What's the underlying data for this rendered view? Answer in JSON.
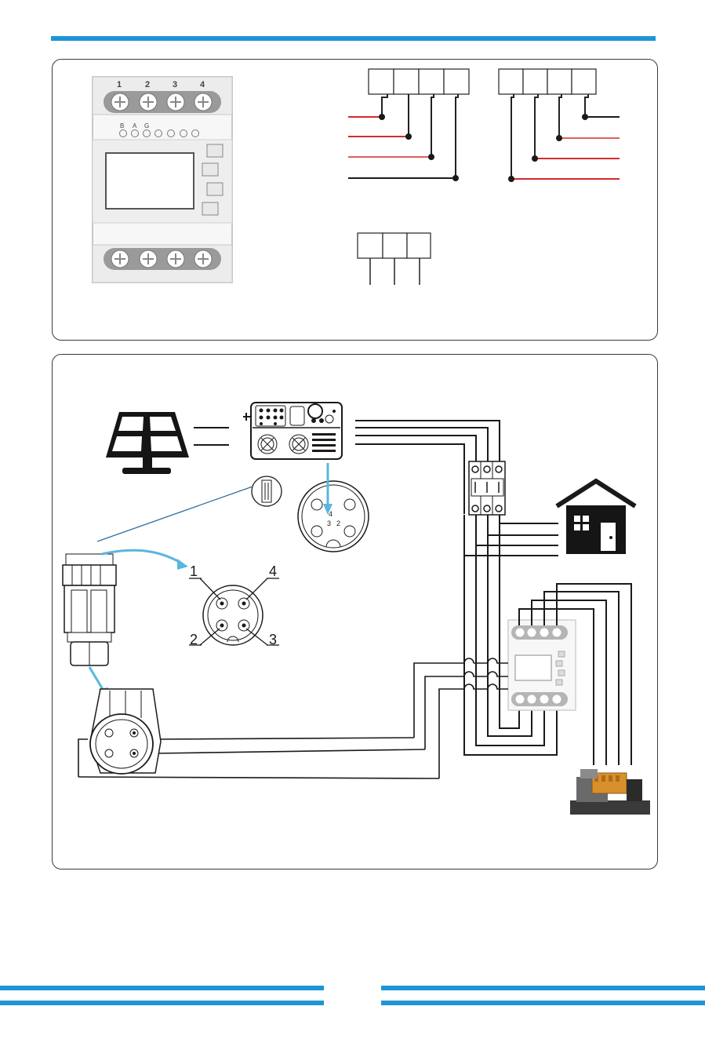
{
  "colors": {
    "accent_bar": "#1e95d6",
    "wire_red": "#d42a2a",
    "wire_black": "#1a1a1a",
    "arrow_blue": "#5ab6e0",
    "generator": "#d8902c"
  },
  "meter_top": {
    "terminal_numbers": [
      "1",
      "2",
      "3",
      "4"
    ],
    "led_labels": [
      "B",
      "A",
      "G"
    ]
  },
  "connector_pins": {
    "pin_1": "1",
    "pin_2": "2",
    "pin_3": "3",
    "pin_4": "4"
  },
  "inverter_connector_pins": {
    "pin_4": "4",
    "pin_3": "3",
    "pin_2": "2"
  },
  "icons": [
    "solar-panel-icon",
    "inverter-icon",
    "house-icon",
    "generator-icon",
    "breaker-icon",
    "meter-icon",
    "connector-icon"
  ]
}
